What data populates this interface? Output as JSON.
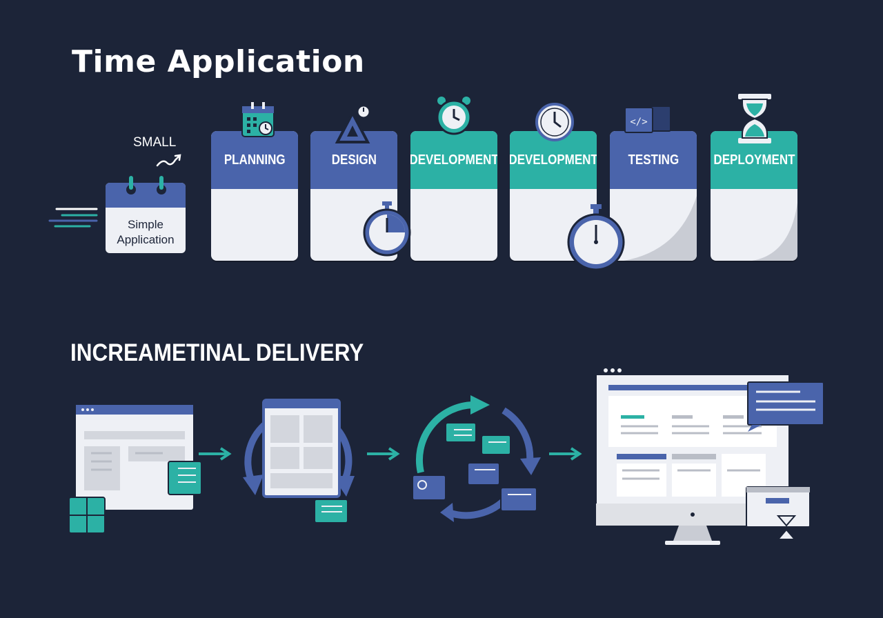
{
  "title": "Time Application",
  "small_label": "SMALL",
  "simple_app": {
    "line1": "Simple",
    "line2": "Application"
  },
  "stages": [
    {
      "label": "PLANNING",
      "color": "#4a64ab"
    },
    {
      "label": "DESIGN",
      "color": "#4a64ab"
    },
    {
      "label": "DEVELOPMENT",
      "color": "#2cb1a5"
    },
    {
      "label": "DEVELOPMENT",
      "color": "#2cb1a5"
    },
    {
      "label": "TESTING",
      "color": "#4a64ab"
    },
    {
      "label": "DEPLOYMENT",
      "color": "#2cb1a5"
    }
  ],
  "subtitle": "INCREAMETINAL DELIVERY",
  "colors": {
    "background": "#1c2438",
    "blue": "#4a64ab",
    "teal": "#2cb1a5",
    "card": "#eef0f5"
  },
  "icons": [
    "calendar-icon",
    "triangle-ruler-icon",
    "alarm-clock-icon",
    "clock-icon",
    "code-window-icon",
    "hourglass-icon",
    "stopwatch-icon",
    "monitor-icon"
  ]
}
